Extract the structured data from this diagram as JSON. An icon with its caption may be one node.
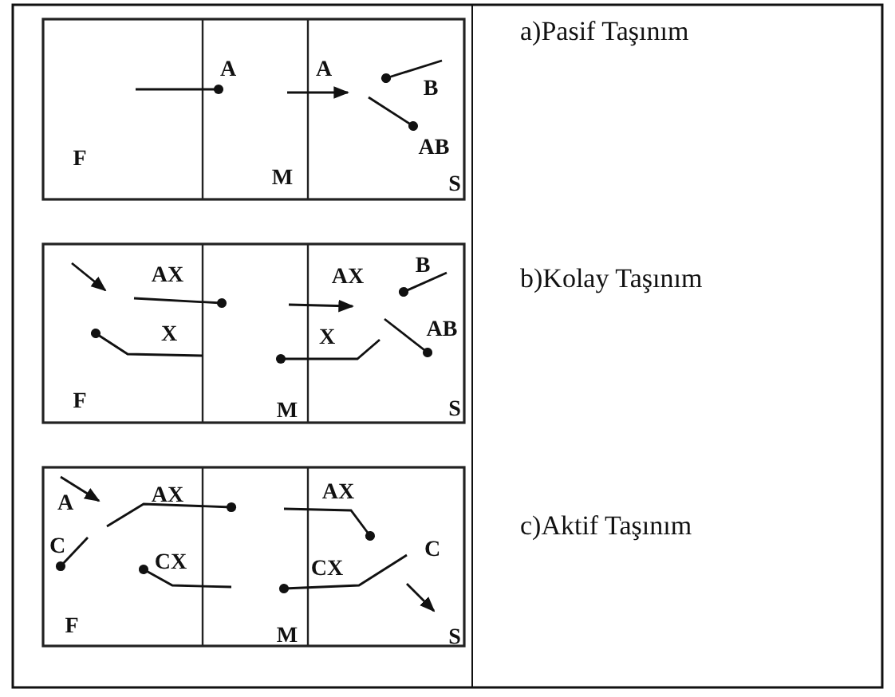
{
  "diagram": {
    "labels": [
      "A",
      "A",
      "B",
      "AB",
      "F",
      "M",
      "S",
      "a)Pasif Taşınım",
      "AX",
      "AX",
      "B",
      "X",
      "X",
      "AB",
      "F",
      "M",
      "S",
      "b)Kolay Taşınım",
      "A",
      "AX",
      "AX",
      "C",
      "CX",
      "CX",
      "C",
      "F",
      "M",
      "S",
      "c)Aktif Taşınım"
    ]
  }
}
